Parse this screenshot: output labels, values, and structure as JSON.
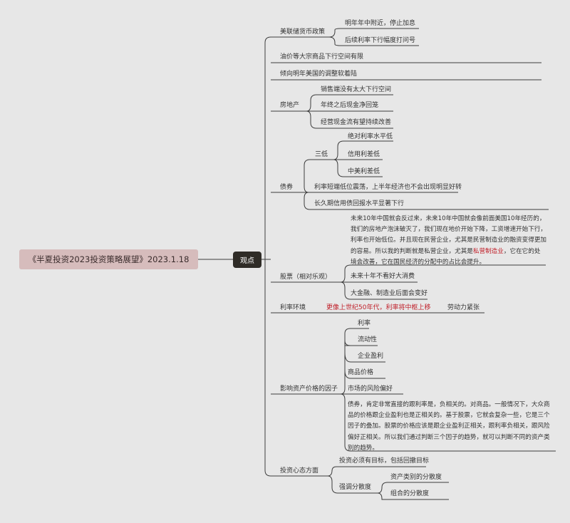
{
  "root": "《半夏投资2023投资策略展望》2023.1.18",
  "hub": "观点",
  "fed": {
    "label": "美联储货币政策",
    "items": [
      "明年年中附近，停止加息",
      "后续利率下行幅度打问号"
    ]
  },
  "oil": "油价等大宗商品下行空间有限",
  "us_adjust": "倾向明年美国的调整软着陆",
  "property": {
    "label": "房地产",
    "items": [
      "销售端没有太大下行空间",
      "年终之后现金净回笼",
      "经营现金流有望持续改善"
    ]
  },
  "bond": {
    "label": "债券",
    "three_low": {
      "label": "三低",
      "items": [
        "绝对利率水平低",
        "信用利差低",
        "中美利差低"
      ]
    },
    "short_term": "利率短端低位震荡，上半年经济也不会出现明显好转",
    "long_term": "长久期信用债回报水平显著下行"
  },
  "stock": {
    "label": "股票（相对乐观）",
    "para_a": "未来10年中国就会反过来，未来10年中国就会像前面美国10年经历的，我们的房地产泡沫破灭了，我们现在地价开始下降，工资增速开始下行，利率也开始低位。并且现在民营企业，尤其是民营制造业的融资变得更加的容易。所以我的判断就是私营企业，尤其是",
    "para_highlight": "私营制造业",
    "para_b": "，它在它的处境会改善，它在国民经济的分配中的占比会提升。",
    "items": [
      "未来十年不看好大消费",
      "大金融、制造业后面会变好"
    ]
  },
  "rate_env": {
    "label": "利率环境",
    "highlight": "更像上世纪50年代，利率将中枢上移",
    "note": "劳动力紧张"
  },
  "factors": {
    "label": "影响资产价格的因子",
    "items": [
      "利率",
      "流动性",
      "企业盈利",
      "商品价格",
      "市场的风险偏好"
    ],
    "para": "债券，肯定非常直接的跟利率是，负相关的。对商品。一般情况下，大众商品的价格跟企业盈利也是正相关的。基于股票，它就会复杂一些，它是三个因子的叠加。股票的价格应该是跟企业盈利正相关，跟利率负相关，跟风险偏好正相关。所以我们通过判断三个因子的趋势，就可以判断不同的资产类别的趋势。"
  },
  "mindset": {
    "label": "投资心态方面",
    "goal": "投资必须有目标，包括回撤目标",
    "diversify": {
      "label": "强调分散度",
      "items": [
        "资产类别的分散度",
        "组合的分散度"
      ]
    }
  }
}
